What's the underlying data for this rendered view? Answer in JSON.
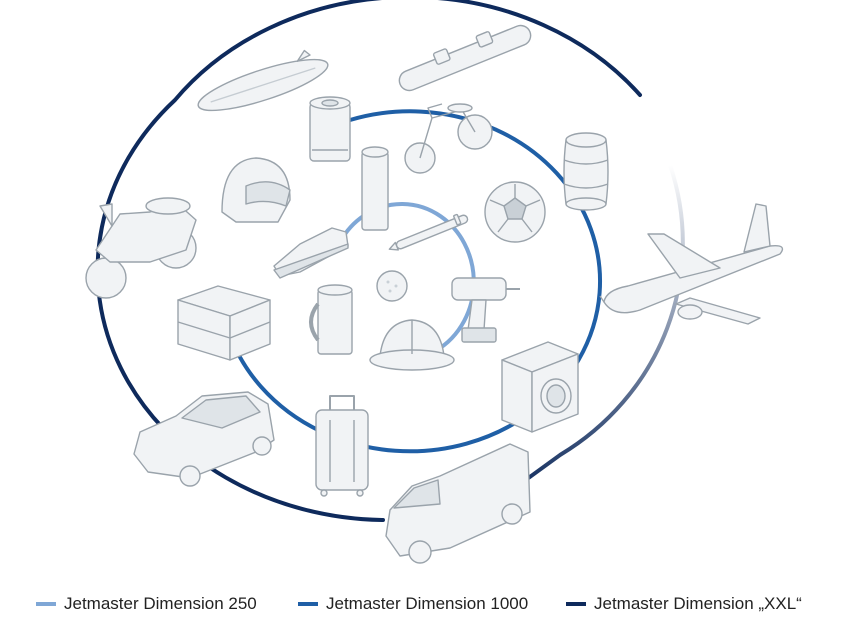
{
  "diagram": {
    "type": "concentric-size-rings",
    "colors": {
      "background": "#ffffff",
      "object_fill": "#f1f3f5",
      "object_stroke": "#9aa3ab",
      "shadow": "#e3e7ea"
    },
    "rings": [
      {
        "name": "Jetmaster Dimension 250",
        "color": "#7fa7d6",
        "level": "inner"
      },
      {
        "name": "Jetmaster Dimension 1000",
        "color": "#1f5fa6",
        "level": "middle"
      },
      {
        "name": "Jetmaster Dimension „XXL“",
        "color": "#0e2a5c",
        "level": "outer"
      }
    ],
    "objects": {
      "inner": [
        "cylinder-icon",
        "pen-icon",
        "golf-ball-icon",
        "cordless-drill-icon",
        "hard-hat-icon",
        "mug-icon",
        "sneaker-icon"
      ],
      "middle": [
        "can-icon",
        "balance-bike-icon",
        "soccer-ball-icon",
        "washing-machine-icon",
        "suitcase-icon",
        "crate-icon",
        "motorcycle-helmet-icon"
      ],
      "outer": [
        "surfboard-icon",
        "snowboard-icon",
        "barrel-icon",
        "airplane-icon",
        "van-icon",
        "car-icon",
        "motorcycle-icon"
      ]
    }
  },
  "legend": {
    "items": [
      {
        "label": "Jetmaster Dimension 250",
        "color": "#7fa7d6"
      },
      {
        "label": "Jetmaster Dimension 1000",
        "color": "#1f5fa6"
      },
      {
        "label": "Jetmaster Dimension „XXL“",
        "color": "#0e2a5c"
      }
    ]
  }
}
